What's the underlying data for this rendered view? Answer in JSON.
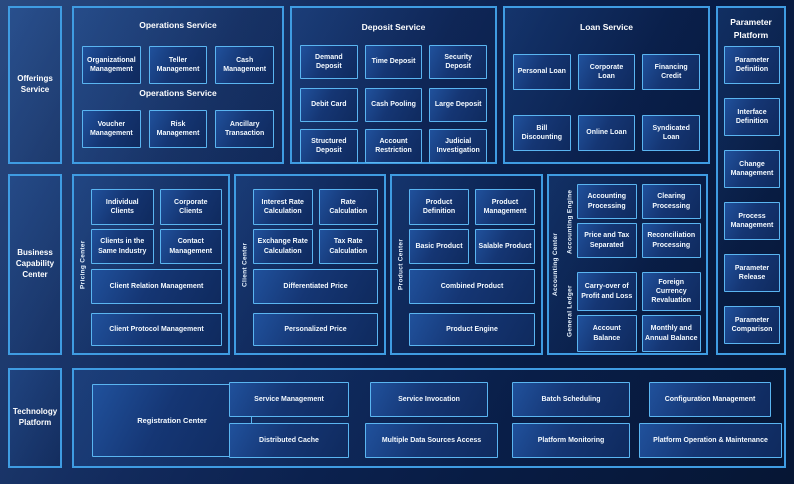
{
  "colors": {
    "background": "#0e2658",
    "panel_border": "#3f9ce2",
    "box_border": "#5ab5f1",
    "box_fill": "#153674",
    "text": "#ffffff"
  },
  "left_rail": {
    "offerings_label": "Offerings Service",
    "capability_label": "Business Capability Center",
    "technology_label": "Technology Platform"
  },
  "operations": {
    "title": "Operations Service",
    "mid_label": "Operations Service",
    "row1": [
      "Organizational Management",
      "Teller Management",
      "Cash Management"
    ],
    "row2": [
      "Voucher Management",
      "Risk Management",
      "Ancillary Transaction"
    ]
  },
  "deposit": {
    "title": "Deposit Service",
    "rows": [
      [
        "Demand Deposit",
        "Time Deposit",
        "Security Deposit"
      ],
      [
        "Debit Card",
        "Cash Pooling",
        "Large Deposit"
      ],
      [
        "Structured Deposit",
        "Account Restriction",
        "Judicial Investigation"
      ]
    ]
  },
  "loan": {
    "title": "Loan Service",
    "rows": [
      [
        "Personal Loan",
        "Corporate Loan",
        "Financing Credit"
      ],
      [
        "Bill Discounting",
        "Online Loan",
        "Syndicated Loan"
      ]
    ]
  },
  "parameter_platform": {
    "title": "Parameter Platform",
    "items": [
      "Parameter Definition",
      "Interface Definition",
      "Change Management",
      "Process Management",
      "Parameter Release",
      "Parameter Comparison"
    ]
  },
  "pricing_center": {
    "vlabel": "Pricing Center",
    "grid": [
      "Individual Clients",
      "Corporate Clients",
      "Clients in the Same Industry",
      "Contact Management"
    ],
    "wide": [
      "Client Relation Management",
      "Client Protocol Management"
    ]
  },
  "client_center": {
    "vlabel": "Client Center",
    "grid": [
      "Interest Rate Calculation",
      "Rate Calculation",
      "Exchange Rate Calculation",
      "Tax Rate Calculation"
    ],
    "wide": [
      "Differentiated Price",
      "Personalized Price"
    ]
  },
  "product_center": {
    "vlabel": "Product Center",
    "grid": [
      "Product Definition",
      "Product Management",
      "Basic Product",
      "Salable Product"
    ],
    "wide": [
      "Combined Product",
      "Product Engine"
    ]
  },
  "accounting_center": {
    "vlabel": "Accounting Center",
    "engine": {
      "vlabel": "Accounting Engine",
      "boxes": [
        "Accounting Processing",
        "Clearing Processing",
        "Price and Tax Separated",
        "Reconciliation Processing"
      ]
    },
    "ledger": {
      "vlabel": "General Ledger",
      "boxes": [
        "Carry-over of Profit and Loss",
        "Foreign Currency Revaluation",
        "Account Balance",
        "Monthly and Annual Balance"
      ]
    }
  },
  "technology": {
    "registration": "Registration Center",
    "row1": [
      "Service Management",
      "Service Invocation",
      "Batch Scheduling",
      "Configuration Management"
    ],
    "row2": [
      "Distributed Cache",
      "Multiple Data Sources Access",
      "Platform Monitoring",
      "Platform Operation & Maintenance"
    ]
  }
}
